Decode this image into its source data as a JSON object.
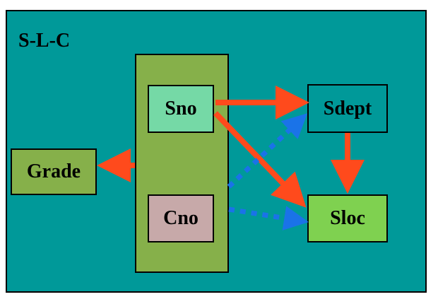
{
  "diagram": {
    "title": "S-L-C",
    "nodes": {
      "sno": "Sno",
      "cno": "Cno",
      "grade": "Grade",
      "sdept": "Sdept",
      "sloc": "Sloc"
    },
    "edges": [
      {
        "from": "Sno",
        "to": "Sdept",
        "style": "solid",
        "color": "#ff4a1c"
      },
      {
        "from": "Sno",
        "to": "Sloc",
        "style": "solid",
        "color": "#ff4a1c"
      },
      {
        "from": "Sdept",
        "to": "Sloc",
        "style": "solid",
        "color": "#ff4a1c"
      },
      {
        "from": "Sno+Cno",
        "to": "Grade",
        "style": "solid",
        "color": "#ff4a1c"
      },
      {
        "from": "Sno+Cno",
        "to": "Sdept",
        "style": "dotted",
        "color": "#1a73e8"
      },
      {
        "from": "Sno+Cno",
        "to": "Sloc",
        "style": "dotted",
        "color": "#1a73e8"
      }
    ],
    "colors": {
      "background": "#009999",
      "key_group": "#86b04a",
      "sno": "#75d9a6",
      "cno": "#c7a9a9",
      "grade": "#86b04a",
      "sloc": "#7fd150",
      "solid_arrow": "#ff4a1c",
      "dotted_arrow": "#1a73e8"
    }
  }
}
